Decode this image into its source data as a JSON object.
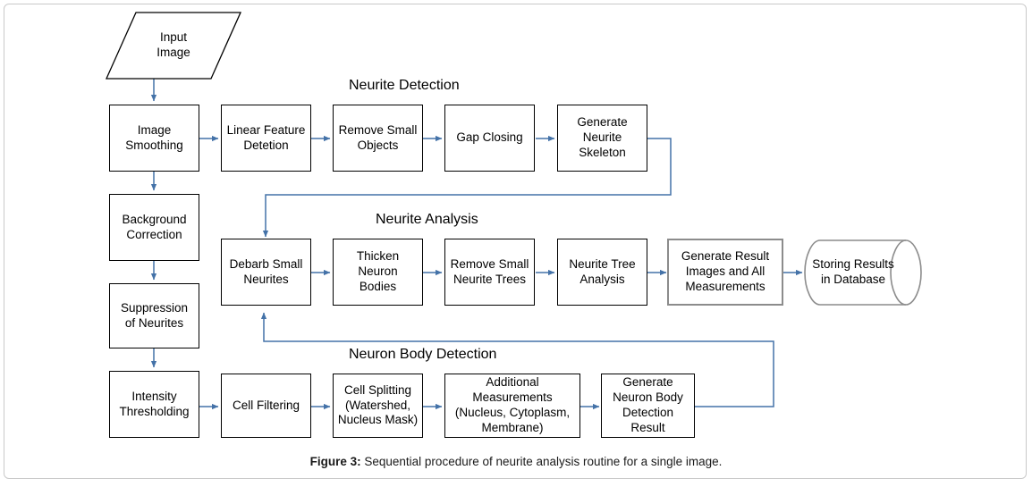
{
  "figure": {
    "caption_lead": "Figure 3:",
    "caption_text": " Sequential procedure of neurite analysis routine for a single image."
  },
  "colors": {
    "connector": "#4472a8",
    "node_border": "#000000",
    "node_border_gray": "#8c8c8c",
    "frame_border": "#c9c9c9",
    "text": "#000000",
    "background": "#ffffff"
  },
  "section_titles": [
    {
      "id": "neurite-detection",
      "label": "Neurite Detection"
    },
    {
      "id": "neurite-analysis",
      "label": "Neurite Analysis"
    },
    {
      "id": "neuron-body-detection",
      "label": "Neuron Body Detection"
    }
  ],
  "nodes": {
    "input_image": {
      "label": "Input\nImage",
      "shape": "parallelogram"
    },
    "image_smoothing": {
      "label": "Image\nSmoothing",
      "shape": "process"
    },
    "background_correction": {
      "label": "Background\nCorrection",
      "shape": "process"
    },
    "suppression_of_neurites": {
      "label": "Suppression\nof Neurites",
      "shape": "process"
    },
    "intensity_thresholding": {
      "label": "Intensity\nThresholding",
      "shape": "process"
    },
    "linear_feature_detetion": {
      "label": "Linear Feature\nDetetion",
      "shape": "process"
    },
    "remove_small_objects": {
      "label": "Remove Small\nObjects",
      "shape": "process"
    },
    "gap_closing": {
      "label": "Gap Closing",
      "shape": "process"
    },
    "generate_neurite_skeleton": {
      "label": "Generate\nNeurite\nSkeleton",
      "shape": "process"
    },
    "debarb_small_neurites": {
      "label": "Debarb Small\nNeurites",
      "shape": "process"
    },
    "thicken_neuron_bodies": {
      "label": "Thicken\nNeuron\nBodies",
      "shape": "process"
    },
    "remove_small_neurite_trees": {
      "label": "Remove Small\nNeurite Trees",
      "shape": "process"
    },
    "neurite_tree_analysis": {
      "label": "Neurite Tree\nAnalysis",
      "shape": "process"
    },
    "generate_result_images": {
      "label": "Generate Result\nImages and All\nMeasurements",
      "shape": "process-gray"
    },
    "storing_results_in_database": {
      "label": "Storing Results\nin Database",
      "shape": "cylinder"
    },
    "cell_filtering": {
      "label": "Cell Filtering",
      "shape": "process"
    },
    "cell_splitting": {
      "label": "Cell Splitting\n(Watershed,\nNucleus Mask)",
      "shape": "process"
    },
    "additional_measurements": {
      "label": "Additional\nMeasurements\n(Nucleus, Cytoplasm,\nMembrane)",
      "shape": "process"
    },
    "generate_neuron_body_result": {
      "label": "Generate\nNeuron Body\nDetection\nResult",
      "shape": "process"
    }
  },
  "flow": {
    "neurite_detection_chain": [
      "image_smoothing",
      "linear_feature_detetion",
      "remove_small_objects",
      "gap_closing",
      "generate_neurite_skeleton"
    ],
    "preprocessing_chain": [
      "input_image",
      "image_smoothing",
      "background_correction",
      "suppression_of_neurites",
      "intensity_thresholding"
    ],
    "neurite_analysis_chain": [
      "debarb_small_neurites",
      "thicken_neuron_bodies",
      "remove_small_neurite_trees",
      "neurite_tree_analysis",
      "generate_result_images",
      "storing_results_in_database"
    ],
    "neuron_body_chain": [
      "intensity_thresholding",
      "cell_filtering",
      "cell_splitting",
      "additional_measurements",
      "generate_neuron_body_result"
    ],
    "feedback_edges": [
      {
        "from": "generate_neurite_skeleton",
        "to": "debarb_small_neurites"
      },
      {
        "from": "generate_neuron_body_result",
        "to": "debarb_small_neurites"
      }
    ]
  }
}
